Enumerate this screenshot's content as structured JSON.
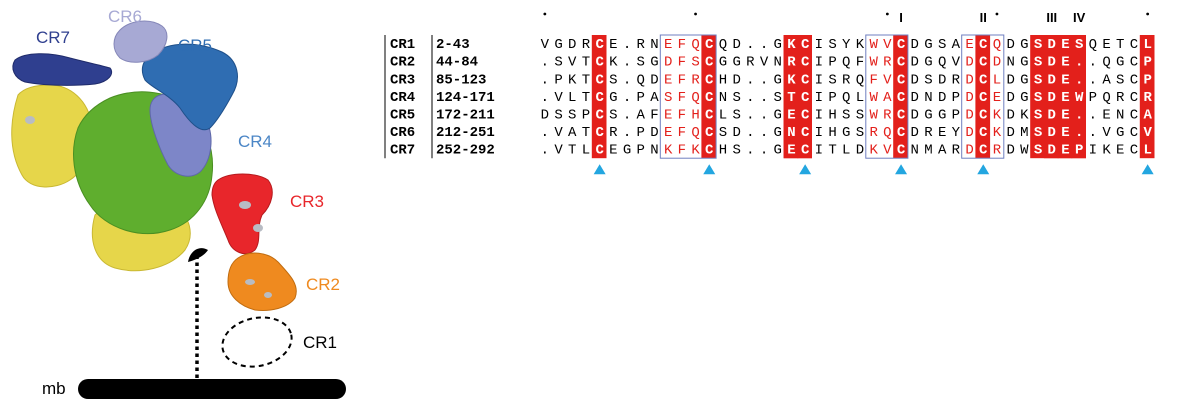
{
  "colors": {
    "cr1": "#000000",
    "cr2": "#ef8a1f",
    "cr3": "#e8262b",
    "cr4": "#4b86c6",
    "cr5": "#2f6db2",
    "cr6": "#a7a9d4",
    "cr7": "#2f3f8f",
    "core_green": "#5fae2e",
    "core_yellow": "#e6d64a",
    "highlight_red": "#e3201b",
    "box_blue": "#6f7fc0",
    "marker_cyan": "#23a6e0"
  },
  "structure": {
    "labels": {
      "cr7": "CR7",
      "cr6": "CR6",
      "cr5": "CR5",
      "cr4": "CR4",
      "cr3": "CR3",
      "cr2": "CR2",
      "cr1": "CR1",
      "mb": "mb"
    }
  },
  "alignment": {
    "roman_marks": [
      "I",
      "II",
      "III",
      "IV"
    ],
    "rows": [
      {
        "name": "CR1",
        "range": "2-43",
        "seq": "VGDRCE.RNEFQCQD..GKCISYKWVCDGSAECQDGSDESQETCL"
      },
      {
        "name": "CR2",
        "range": "44-84",
        "seq": ".SVTCK.SGDFSCGGRVNRCIPQFWRCDGQVDCDNGSDE..QGCP"
      },
      {
        "name": "CR3",
        "range": "85-123",
        "seq": ".PKTCS.QDEFRCHD..GKCISRQFVCDSDRDCLDGSDE..ASCP"
      },
      {
        "name": "CR4",
        "range": "124-171",
        "seq": ".VLTCG.PASFQCNS..STCIPQLWACDNDPDCEDGSDEWPQRCR"
      },
      {
        "name": "CR5",
        "range": "172-211",
        "seq": "DSSPCS.AFEFHCLS..GECIHSSWRCDGGPDCKDKSDE..ENCA"
      },
      {
        "name": "CR6",
        "range": "212-251",
        "seq": ".VATCR.PDEFQCSD..GNCIHGSRQCDREYDCKDMSDE..VGCV"
      },
      {
        "name": "CR7",
        "range": "252-292",
        "seq": ".VTLCEGPNKFKCHS..GECITLDKVCNMARDCRDWSDEPIKECL"
      }
    ]
  }
}
